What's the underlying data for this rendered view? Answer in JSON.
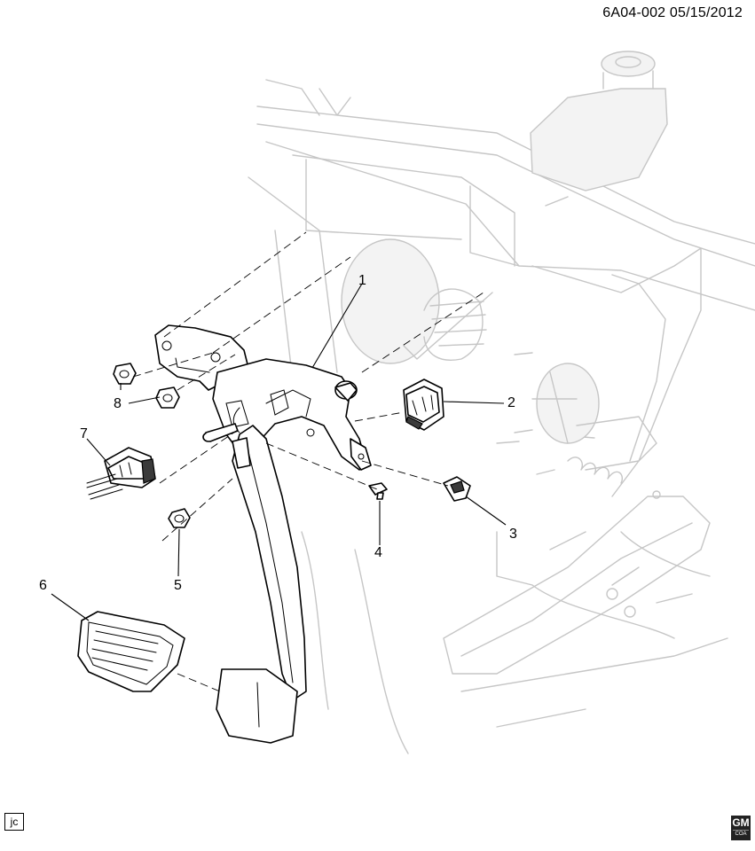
{
  "header": {
    "doc_id": "6A04-002  05/15/2012"
  },
  "callouts": [
    "1",
    "2",
    "3",
    "4",
    "5",
    "6",
    "7",
    "8"
  ],
  "footer": {
    "initials": "jc",
    "logo_text": "GM",
    "logo_sub": "COA"
  }
}
